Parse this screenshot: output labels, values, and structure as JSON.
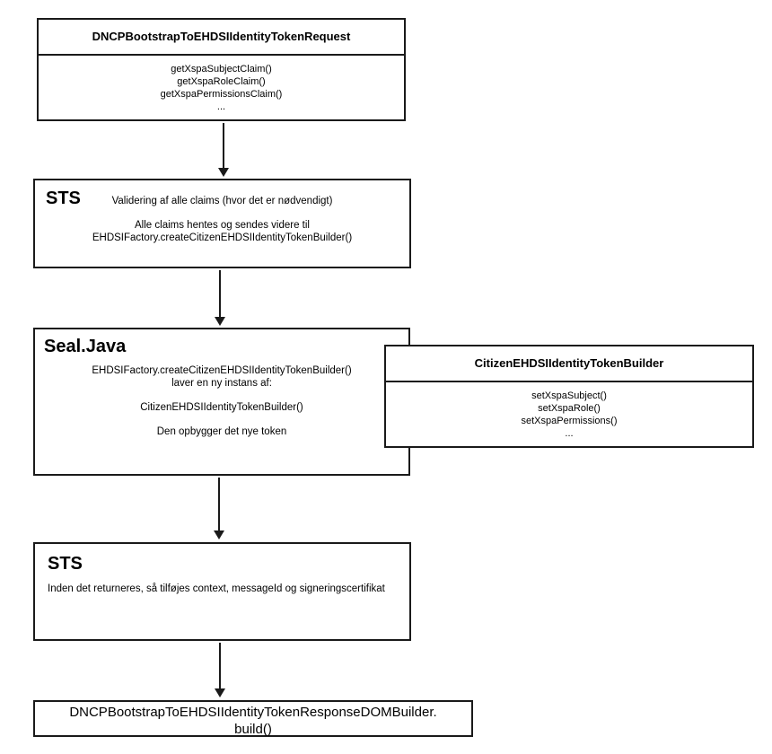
{
  "diagram": {
    "request_class": {
      "title": "DNCPBootstrapToEHDSIIdentityTokenRequest",
      "methods": [
        "getXspaSubjectClaim()",
        "getXspaRoleClaim()",
        "getXspaPermissionsClaim()",
        "..."
      ]
    },
    "sts_validation": {
      "label": "STS",
      "line1": "Validering af alle claims (hvor det er nødvendigt)",
      "line2": "Alle claims hentes og sendes videre til",
      "line3": "EHDSIFactory.createCitizenEHDSIIdentityTokenBuilder()"
    },
    "seal_java": {
      "label": "Seal.Java",
      "line1": "EHDSIFactory.createCitizenEHDSIIdentityTokenBuilder()",
      "line2": "laver en ny instans af:",
      "line3": "CitizenEHDSIIdentityTokenBuilder()",
      "line4": "Den opbygger det nye token"
    },
    "builder_class": {
      "title": "CitizenEHDSIIdentityTokenBuilder",
      "methods": [
        "setXspaSubject()",
        "setXspaRole()",
        "setXspaPermissions()",
        "..."
      ]
    },
    "sts_return": {
      "label": "STS",
      "body": "Inden det returneres, så tilføjes context, messageId og signeringscertifikat"
    },
    "response_builder": {
      "line1": "DNCPBootstrapToEHDSIIdentityTokenResponseDOMBuilder.",
      "line2": "build()"
    },
    "colors": {
      "border": "#1a1a1a",
      "background": "#ffffff",
      "text": "#000000"
    }
  }
}
